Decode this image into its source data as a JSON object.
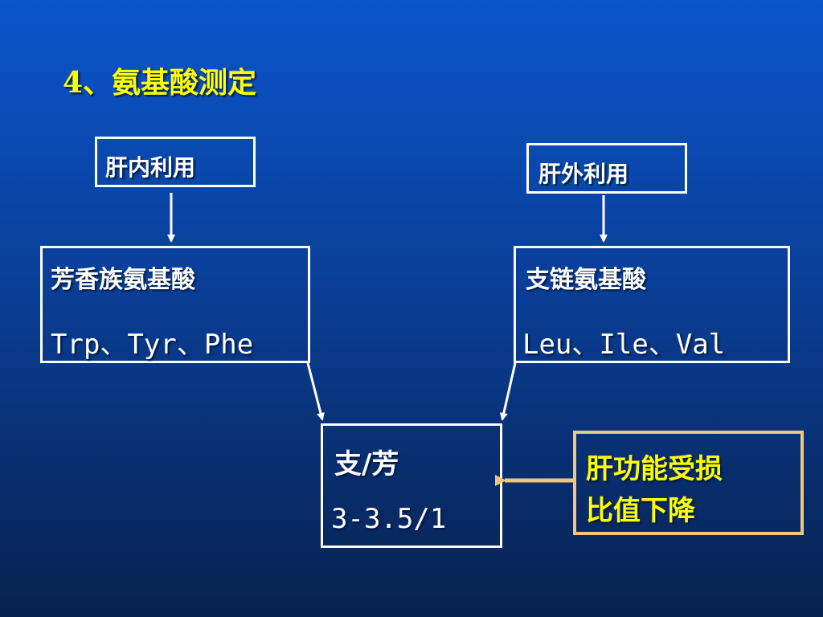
{
  "title": "4、氨基酸测定",
  "boxes": {
    "liver_internal": "肝内利用",
    "liver_external": "肝外利用",
    "aromatic": {
      "name": "芳香族氨基酸",
      "examples": "Trp、Tyr、Phe"
    },
    "branched": {
      "name": "支链氨基酸",
      "examples": "Leu、Ile、Val"
    },
    "ratio": {
      "label": "支/芳",
      "value": "3-3.5/1"
    },
    "liver_damage": {
      "line1": "肝功能受损",
      "line2": "比值下降"
    }
  },
  "colors": {
    "title": "#ffff00",
    "box_border": "#ffffff",
    "highlight_border": "#f2c779",
    "highlight_text": "#ffff00",
    "highlight_arrow": "#f2c779"
  }
}
